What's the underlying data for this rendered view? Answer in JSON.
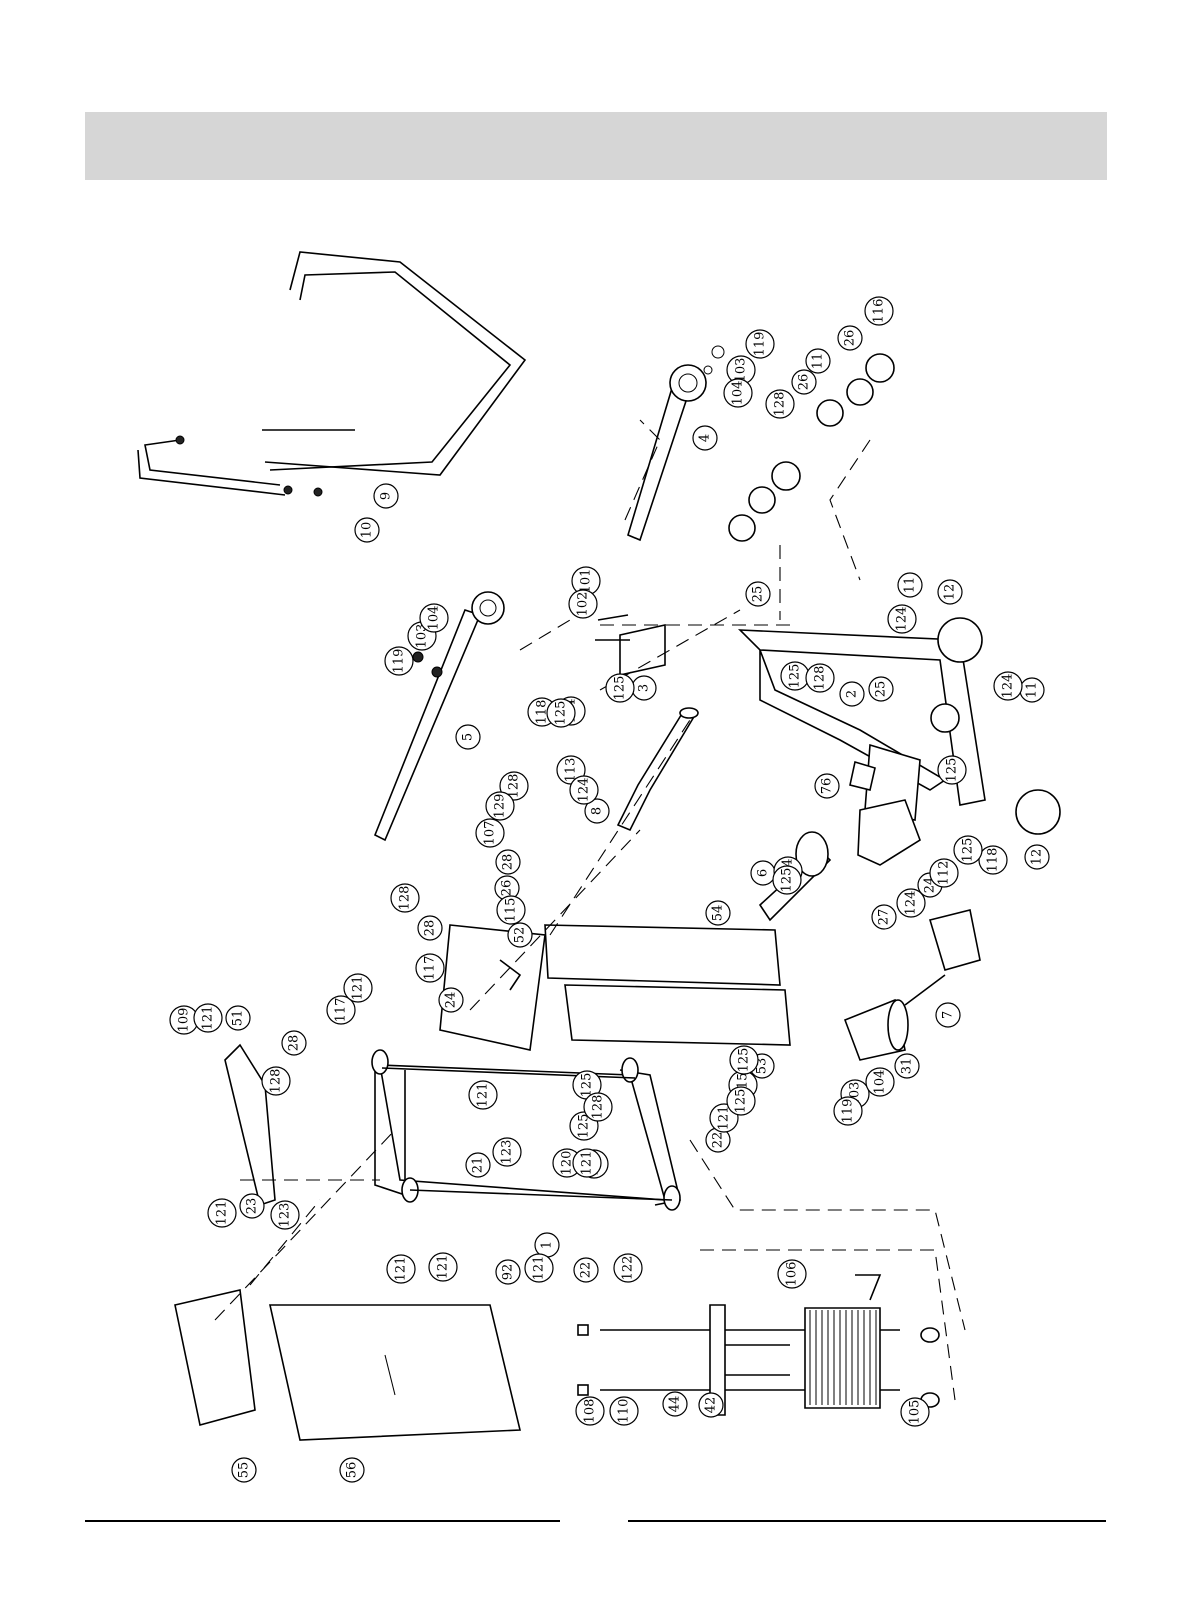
{
  "diagram": {
    "labels": [
      {
        "id": "p1",
        "text": "1"
      },
      {
        "id": "p2",
        "text": "2"
      },
      {
        "id": "p3",
        "text": "3"
      },
      {
        "id": "p4",
        "text": "4"
      },
      {
        "id": "p5",
        "text": "5"
      },
      {
        "id": "p6",
        "text": "6"
      },
      {
        "id": "p7",
        "text": "7"
      },
      {
        "id": "p8",
        "text": "8"
      },
      {
        "id": "p9",
        "text": "9"
      },
      {
        "id": "p10",
        "text": "10"
      },
      {
        "id": "p11a",
        "text": "11"
      },
      {
        "id": "p11b",
        "text": "11"
      },
      {
        "id": "p11c",
        "text": "11"
      },
      {
        "id": "p12a",
        "text": "12"
      },
      {
        "id": "p12b",
        "text": "12"
      },
      {
        "id": "p21a",
        "text": "21"
      },
      {
        "id": "p22a",
        "text": "22"
      },
      {
        "id": "p22b",
        "text": "22"
      },
      {
        "id": "p23",
        "text": "23"
      },
      {
        "id": "p24a",
        "text": "24"
      },
      {
        "id": "p24b",
        "text": "24"
      },
      {
        "id": "p25a",
        "text": "25"
      },
      {
        "id": "p25b",
        "text": "25"
      },
      {
        "id": "p26a",
        "text": "26"
      },
      {
        "id": "p26b",
        "text": "26"
      },
      {
        "id": "p26c",
        "text": "26"
      },
      {
        "id": "p27",
        "text": "27"
      },
      {
        "id": "p28a",
        "text": "28"
      },
      {
        "id": "p28b",
        "text": "28"
      },
      {
        "id": "p28c",
        "text": "28"
      },
      {
        "id": "p31",
        "text": "31"
      },
      {
        "id": "p42",
        "text": "42"
      },
      {
        "id": "p44",
        "text": "44"
      },
      {
        "id": "p51",
        "text": "51"
      },
      {
        "id": "p52",
        "text": "52"
      },
      {
        "id": "p53",
        "text": "53"
      },
      {
        "id": "p54",
        "text": "54"
      },
      {
        "id": "p55",
        "text": "55"
      },
      {
        "id": "p56",
        "text": "56"
      },
      {
        "id": "p76",
        "text": "76"
      },
      {
        "id": "p92",
        "text": "92"
      },
      {
        "id": "p101",
        "text": "101"
      },
      {
        "id": "p102",
        "text": "102"
      },
      {
        "id": "p103a",
        "text": "103"
      },
      {
        "id": "p103b",
        "text": "103"
      },
      {
        "id": "p103c",
        "text": "103"
      },
      {
        "id": "p104a",
        "text": "104"
      },
      {
        "id": "p104b",
        "text": "104"
      },
      {
        "id": "p104c",
        "text": "104"
      },
      {
        "id": "p105",
        "text": "105"
      },
      {
        "id": "p106",
        "text": "106"
      },
      {
        "id": "p107",
        "text": "107"
      },
      {
        "id": "p108",
        "text": "108"
      },
      {
        "id": "p109",
        "text": "109"
      },
      {
        "id": "p110",
        "text": "110"
      },
      {
        "id": "p112",
        "text": "112"
      },
      {
        "id": "p113",
        "text": "113"
      },
      {
        "id": "p114a",
        "text": "114"
      },
      {
        "id": "p114b",
        "text": "114"
      },
      {
        "id": "p115a",
        "text": "115"
      },
      {
        "id": "p115b",
        "text": "115"
      },
      {
        "id": "p116",
        "text": "116"
      },
      {
        "id": "p117a",
        "text": "117"
      },
      {
        "id": "p117b",
        "text": "117"
      },
      {
        "id": "p118a",
        "text": "118"
      },
      {
        "id": "p118b",
        "text": "118"
      },
      {
        "id": "p119a",
        "text": "119"
      },
      {
        "id": "p119b",
        "text": "119"
      },
      {
        "id": "p119c",
        "text": "119"
      },
      {
        "id": "p120",
        "text": "120"
      },
      {
        "id": "p121a",
        "text": "121"
      },
      {
        "id": "p121b",
        "text": "121"
      },
      {
        "id": "p121c",
        "text": "121"
      },
      {
        "id": "p121d",
        "text": "121"
      },
      {
        "id": "p121e",
        "text": "121"
      },
      {
        "id": "p121f",
        "text": "121"
      },
      {
        "id": "p121g",
        "text": "121"
      },
      {
        "id": "p121h",
        "text": "121"
      },
      {
        "id": "p121i",
        "text": "121"
      },
      {
        "id": "p121j",
        "text": "121"
      },
      {
        "id": "p122",
        "text": "122"
      },
      {
        "id": "p123a",
        "text": "123"
      },
      {
        "id": "p123b",
        "text": "123"
      },
      {
        "id": "p124a",
        "text": "124"
      },
      {
        "id": "p124b",
        "text": "124"
      },
      {
        "id": "p124c",
        "text": "124"
      },
      {
        "id": "p124d",
        "text": "124"
      },
      {
        "id": "p125a",
        "text": "125"
      },
      {
        "id": "p125b",
        "text": "125"
      },
      {
        "id": "p125c",
        "text": "125"
      },
      {
        "id": "p125d",
        "text": "125"
      },
      {
        "id": "p125e",
        "text": "125"
      },
      {
        "id": "p125f",
        "text": "125"
      },
      {
        "id": "p125g",
        "text": "125"
      },
      {
        "id": "p125h",
        "text": "125"
      },
      {
        "id": "p125i",
        "text": "125"
      },
      {
        "id": "p125j",
        "text": "125"
      },
      {
        "id": "p128a",
        "text": "128"
      },
      {
        "id": "p128b",
        "text": "128"
      },
      {
        "id": "p128c",
        "text": "128"
      },
      {
        "id": "p128d",
        "text": "128"
      },
      {
        "id": "p128e",
        "text": "128"
      },
      {
        "id": "p128f",
        "text": "128"
      },
      {
        "id": "p129",
        "text": "129"
      }
    ]
  }
}
